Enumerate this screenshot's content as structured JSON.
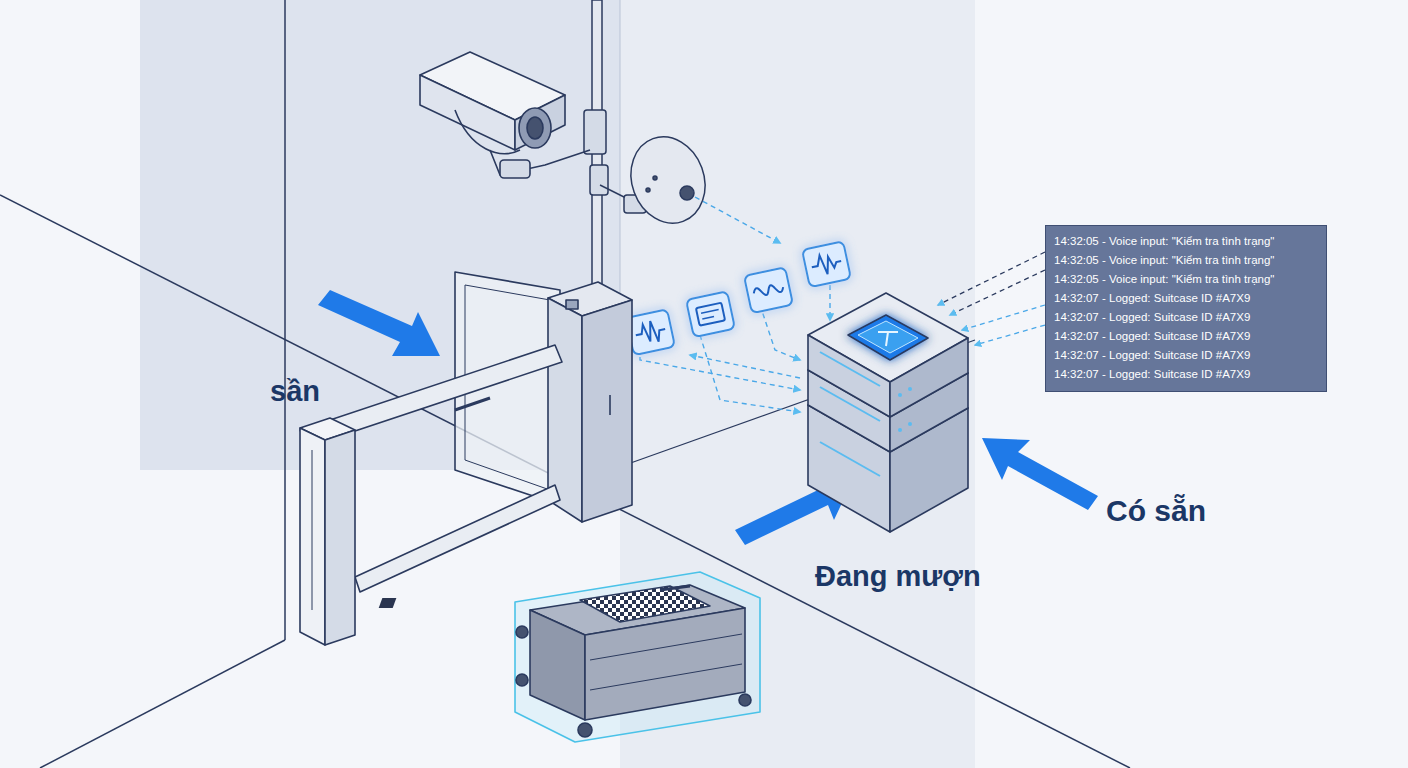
{
  "diagram": {
    "nodes": [
      {
        "text": [
          "14:32:05 - Voice input: \"Kiểm tra tình trạng\"",
          "14:32:05 - Voice input: \"Kiểm tra tình trạng\"",
          "14:32:05 - Voice input: \"Kiểm tra tình trạng\"",
          "14:32:07 - Logged: Suitcase ID #A7X9",
          "14:32:07 - Logged: Suitcase ID #A7X9",
          "14:32:07 - Logged: Suitcase ID #A7X9",
          "14:32:07 - Logged: Suitcase ID #A7X9",
          "14:32:07 - Logged: Suitcase ID #A7X9"
        ]
      }
    ],
    "labels": [
      "sần",
      "Đang mượn",
      "Có sẵn"
    ]
  }
}
